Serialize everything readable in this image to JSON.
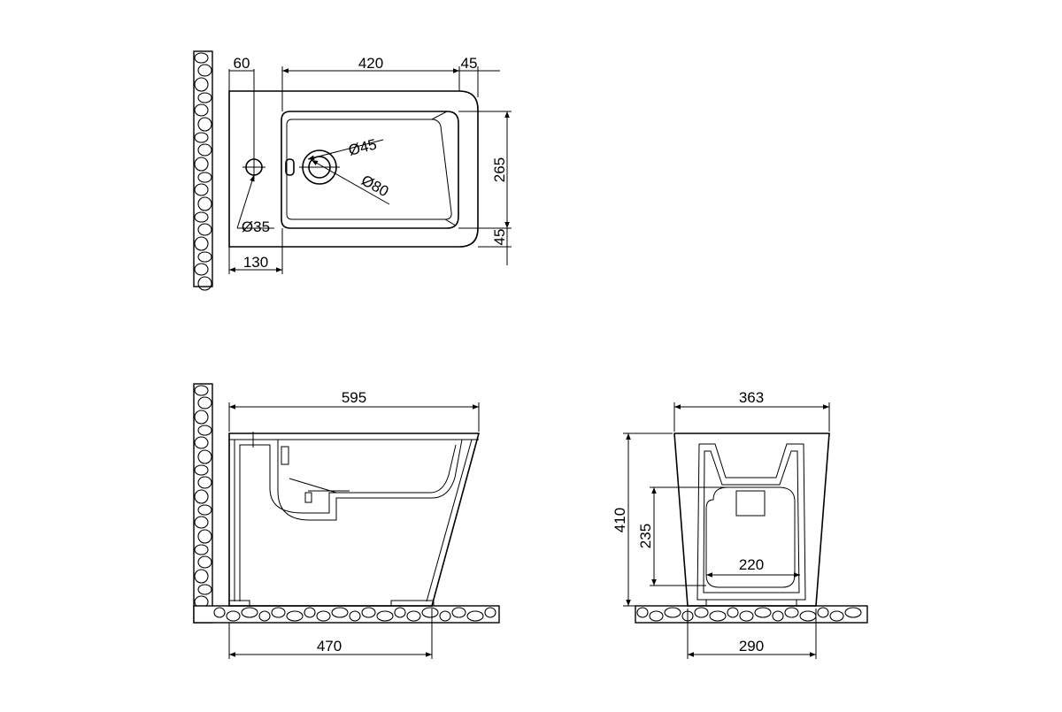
{
  "top_view": {
    "dim_tap_offset": "60",
    "dim_bowl_length": "420",
    "dim_front_rim": "45",
    "dim_bowl_width": "265",
    "dim_side_rim": "45",
    "dim_tap_hole": "Ø35",
    "dim_tap_from_wall": "130",
    "dim_drain_inner": "Ø45",
    "dim_drain_outer": "Ø80"
  },
  "side_view": {
    "dim_length": "595",
    "dim_base_length": "470"
  },
  "front_view": {
    "dim_width": "363",
    "dim_height": "410",
    "dim_connection_height": "235",
    "dim_connection_width": "220",
    "dim_base_width": "290"
  }
}
